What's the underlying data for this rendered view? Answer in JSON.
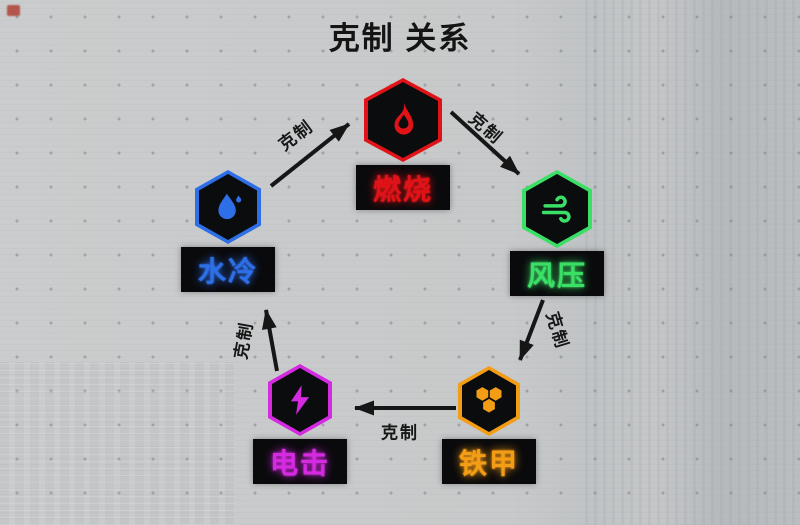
{
  "title": "克制 关系",
  "watermark": {
    "color": "#b04237"
  },
  "diagram": {
    "type": "cycle",
    "arrow_color": "#161616",
    "background_color": "#c7c9ca",
    "nodes": [
      {
        "id": "burn",
        "label": "燃烧",
        "color": "#e01418",
        "icon": "flame-icon"
      },
      {
        "id": "wind",
        "label": "风压",
        "color": "#3bdf66",
        "icon": "wind-icon"
      },
      {
        "id": "armor",
        "label": "铁甲",
        "color": "#f39c16",
        "icon": "honeycomb-icon"
      },
      {
        "id": "shock",
        "label": "电击",
        "color": "#d42ae0",
        "icon": "lightning-icon"
      },
      {
        "id": "water",
        "label": "水冷",
        "color": "#2e6fe8",
        "icon": "water-drop-icon"
      }
    ],
    "edges": [
      {
        "from": "水冷",
        "to": "燃烧",
        "label": "克制"
      },
      {
        "from": "燃烧",
        "to": "风压",
        "label": "克制"
      },
      {
        "from": "风压",
        "to": "铁甲",
        "label": "克制"
      },
      {
        "from": "铁甲",
        "to": "电击",
        "label": "克制"
      },
      {
        "from": "电击",
        "to": "水冷",
        "label": "克制"
      }
    ]
  }
}
